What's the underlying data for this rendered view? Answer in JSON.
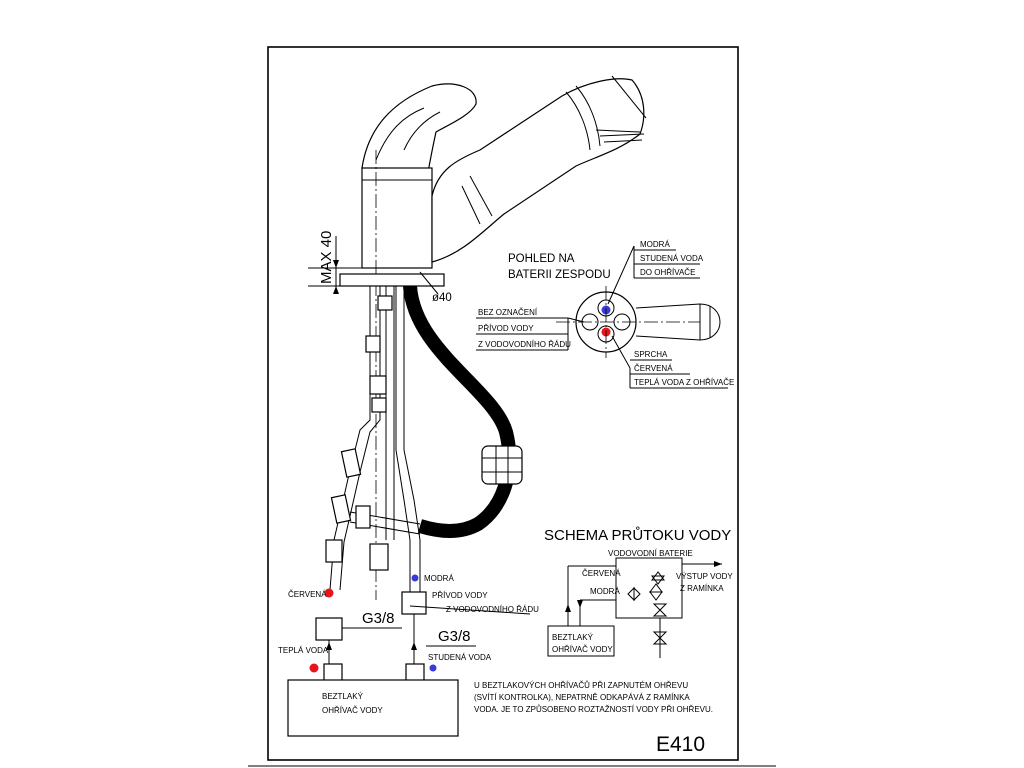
{
  "drawing": {
    "code": "E410",
    "view_title_line1": "POHLED NA",
    "view_title_line2": "BATERII ZESPODU",
    "max_dim": "MAX 40",
    "diameter": "ø40",
    "port_blue_1": "MODRÁ",
    "port_blue_2": "STUDENÁ VODA",
    "port_blue_3": "DO OHŘÍVAČE",
    "port_plain_1": "BEZ OZNAČENÍ",
    "port_plain_2": "PŘÍVOD VODY",
    "port_plain_3": "Z VODOVODNÍHO ŘÁDU",
    "port_red_1": "SPRCHA",
    "port_red_2": "ČERVENÁ",
    "port_red_3": "TEPLÁ VODA Z OHŘÍVAČE",
    "left_red": "ČERVENÁ",
    "left_blue": "MODRÁ",
    "supply_1": "PŘÍVOD VODY",
    "supply_2": "Z VODOVODNÍHO ŘÁDU",
    "thread_left": "G3/8",
    "thread_right": "G3/8",
    "warm_water": "TEPLÁ VODA",
    "cold_water": "STUDENÁ VODA",
    "heater_1": "BEZTLAKÝ",
    "heater_2": "OHŘÍVAČ VODY"
  },
  "schema": {
    "title": "SCHEMA PRŮTOKU VODY",
    "battery": "VODOVODNÍ BATERIE",
    "red": "ČERVENÁ",
    "blue": "MODRÁ",
    "outlet_1": "VÝSTUP VODY",
    "outlet_2": "Z RAMÍNKA",
    "heater_1": "BEZTLAKÝ",
    "heater_2": "OHŘÍVAČ VODY"
  },
  "note": {
    "line1": "U BEZTLAKOVÝCH OHŘÍVAČŮ PŘI ZAPNUTÉM OHŘEVU",
    "line2": "(SVÍTÍ KONTROLKA), NEPATRNĚ ODKAPÁVÁ Z RAMÍNKA",
    "line3": "VODA. JE TO ZPŮSOBENO ROZTAŽNOSTÍ VODY PŘI OHŘEVU."
  },
  "colors": {
    "red": "#e8141c",
    "blue": "#3a3ad8",
    "ink": "#000000"
  }
}
